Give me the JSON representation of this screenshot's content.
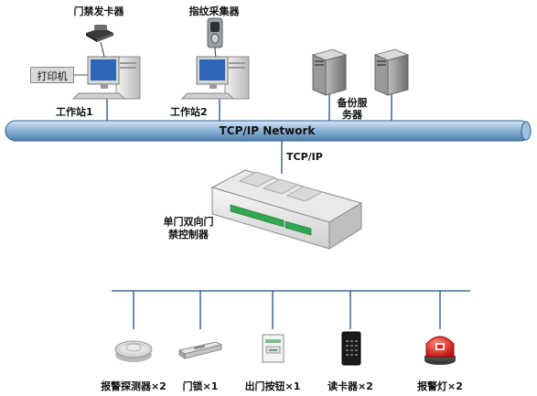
{
  "network": {
    "bus_label": "TCP/IP Network",
    "uplink_label": "TCP/IP"
  },
  "top_devices": {
    "card_issuer": "门禁发卡器",
    "fingerprint": "指纹采集器",
    "printer": "打印机",
    "ws1": "工作站1",
    "ws2": "工作站2",
    "backup_line1": "备份服",
    "backup_line2": "务器"
  },
  "controller": {
    "line1": "单门双向门",
    "line2": "禁控制器"
  },
  "bottom_devices": [
    {
      "label": "报警探测器×2"
    },
    {
      "label": "门锁×1"
    },
    {
      "label": "出门按钮×1"
    },
    {
      "label": "读卡器×2"
    },
    {
      "label": "报警灯×2"
    }
  ],
  "colors": {
    "bus_fill": "#7fa9cf",
    "bus_stroke": "#2f5f8f",
    "line": "#1e4f86",
    "alarm_light": "#e0201f"
  }
}
